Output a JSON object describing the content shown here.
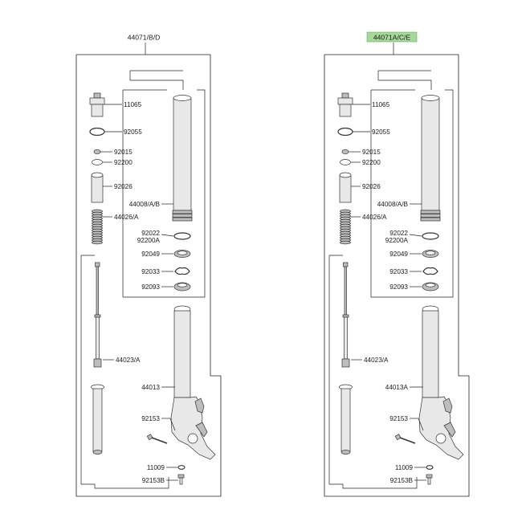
{
  "colors": {
    "highlight": "#a6d89a",
    "line": "#222222",
    "part_fill": "#e8e8e8",
    "part_dark": "#bdbdbd"
  },
  "diagrams": [
    {
      "header": "44071/B/D",
      "highlighted": false,
      "labels": {
        "cap_bolt": "11065",
        "oring": "92055",
        "nut": "92015",
        "washer": "92200",
        "collar": "92026",
        "outer_tube": "44008/A/B",
        "spring": "44026/A",
        "bushing": "92022",
        "washer_a": "92200A",
        "oil_seal": "92049",
        "clip": "92033",
        "dust_seal": "92093",
        "damper": "44023/A",
        "inner_tube": "44013",
        "bolt": "92153",
        "gasket": "11009",
        "bolt_b": "92153B"
      }
    },
    {
      "header": "44071A/C/E",
      "highlighted": true,
      "labels": {
        "cap_bolt": "11065",
        "oring": "92055",
        "nut": "92015",
        "washer": "92200",
        "collar": "92026",
        "outer_tube": "44008/A/B",
        "spring": "44026/A",
        "bushing": "92022",
        "washer_a": "92200A",
        "oil_seal": "92049",
        "clip": "92033",
        "dust_seal": "92093",
        "damper": "44023/A",
        "inner_tube": "44013A",
        "bolt": "92153",
        "gasket": "11009",
        "bolt_b": "92153B"
      }
    }
  ]
}
